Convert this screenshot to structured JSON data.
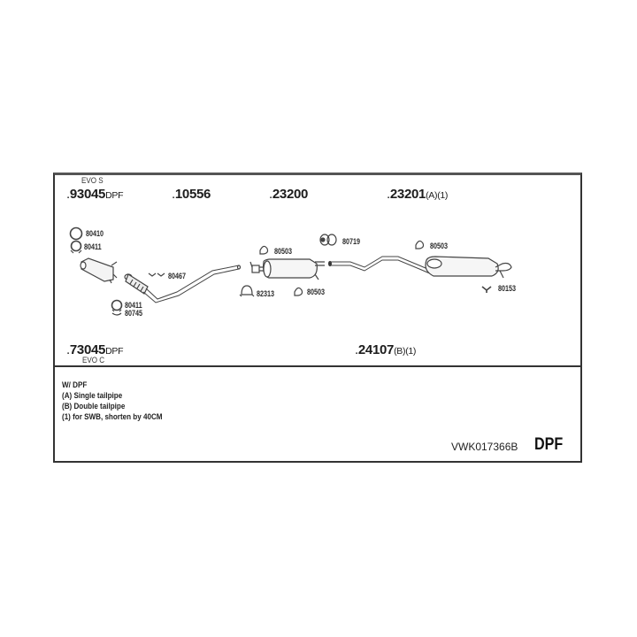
{
  "diagram": {
    "parts_top": [
      {
        "number": "93045",
        "suffix": "DPF",
        "variant": "EVO S"
      },
      {
        "number": "10556",
        "suffix": ""
      },
      {
        "number": "23200",
        "suffix": ""
      },
      {
        "number": "23201",
        "suffix": "(A)(1)"
      }
    ],
    "parts_bottom": [
      {
        "number": "73045",
        "suffix": "DPF",
        "variant": "EVO C"
      },
      {
        "number": "24107",
        "suffix": "(B)(1)"
      }
    ],
    "accessories": [
      {
        "code": "80410",
        "icon": "ring-gasket-icon"
      },
      {
        "code": "80411",
        "icon": "clamp-ring-icon"
      },
      {
        "code": "80467",
        "icon": "bolt-set-icon"
      },
      {
        "code": "80411",
        "icon": "clamp-ring-icon"
      },
      {
        "code": "80745",
        "icon": "spring-clip-icon"
      },
      {
        "code": "80503",
        "icon": "rubber-hanger-icon"
      },
      {
        "code": "82313",
        "icon": "u-clamp-icon"
      },
      {
        "code": "80503",
        "icon": "rubber-hanger-icon"
      },
      {
        "code": "80719",
        "icon": "mounting-rubber-icon"
      },
      {
        "code": "80503",
        "icon": "rubber-hanger-icon"
      },
      {
        "code": "80153",
        "icon": "bracket-icon"
      }
    ],
    "notes": [
      "W/ DPF",
      "(A) Single tailpipe",
      "(B) Double tailpipe",
      "(1) for SWB, shorten by 40CM"
    ],
    "kit_code": "VWK017366B",
    "kit_type": "DPF"
  }
}
